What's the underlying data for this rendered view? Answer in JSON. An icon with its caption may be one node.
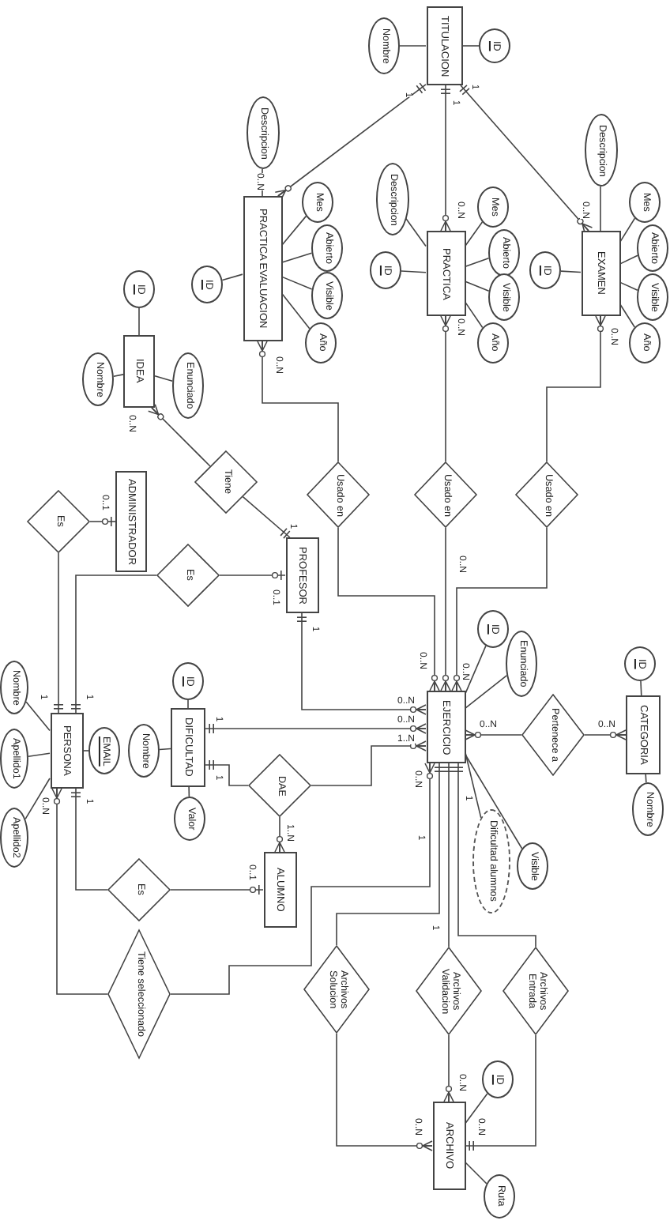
{
  "diagram": {
    "nodes": [
      {
        "text": [
          "TITULACION"
        ]
      },
      {
        "text": [
          "Nombre"
        ]
      },
      {
        "text": [
          "ID"
        ]
      },
      {
        "text": [
          "PRACTICA EVALUACION"
        ]
      },
      {
        "text": [
          "Descripcion"
        ]
      },
      {
        "text": [
          "ID"
        ]
      },
      {
        "text": [
          "Mes"
        ]
      },
      {
        "text": [
          "Abierto"
        ]
      },
      {
        "text": [
          "Visible"
        ]
      },
      {
        "text": [
          "Año"
        ]
      },
      {
        "text": [
          "PRACTICA"
        ]
      },
      {
        "text": [
          "Descripcion"
        ]
      },
      {
        "text": [
          "ID"
        ]
      },
      {
        "text": [
          "Mes"
        ]
      },
      {
        "text": [
          "Abierto"
        ]
      },
      {
        "text": [
          "Visible"
        ]
      },
      {
        "text": [
          "Año"
        ]
      },
      {
        "text": [
          "EXAMEN"
        ]
      },
      {
        "text": [
          "Descripcion"
        ]
      },
      {
        "text": [
          "ID"
        ]
      },
      {
        "text": [
          "Mes"
        ]
      },
      {
        "text": [
          "Abierto"
        ]
      },
      {
        "text": [
          "Visible"
        ]
      },
      {
        "text": [
          "Año"
        ]
      },
      {
        "text": [
          "IDEA"
        ]
      },
      {
        "text": [
          "ID"
        ]
      },
      {
        "text": [
          "Nombre"
        ]
      },
      {
        "text": [
          "Enunciado"
        ]
      },
      {
        "text": [
          "Tiene"
        ]
      },
      {
        "text": [
          "Usado en"
        ]
      },
      {
        "text": [
          "Usado en"
        ]
      },
      {
        "text": [
          "Usado en"
        ]
      },
      {
        "text": [
          "ADMINISTRADOR"
        ]
      },
      {
        "text": [
          "Es"
        ]
      },
      {
        "text": [
          "Es"
        ]
      },
      {
        "text": [
          "PROFESOR"
        ]
      },
      {
        "text": [
          "EJERCICIO"
        ]
      },
      {
        "text": [
          "ID"
        ]
      },
      {
        "text": [
          "Enunciado"
        ]
      },
      {
        "text": [
          "Pertenece a"
        ]
      },
      {
        "text": [
          "CATEGORIA"
        ]
      },
      {
        "text": [
          "ID"
        ]
      },
      {
        "text": [
          "Nombre"
        ]
      },
      {
        "text": [
          "PERSONA"
        ]
      },
      {
        "text": [
          "Nombre"
        ]
      },
      {
        "text": [
          "Apellido1"
        ]
      },
      {
        "text": [
          "Apellido2"
        ]
      },
      {
        "text": [
          "EMAIL"
        ]
      },
      {
        "text": [
          "DIFICULTAD"
        ]
      },
      {
        "text": [
          "ID"
        ]
      },
      {
        "text": [
          "Nombre"
        ]
      },
      {
        "text": [
          "Valor"
        ]
      },
      {
        "text": [
          "DAE"
        ]
      },
      {
        "text": [
          "ALUMNO"
        ]
      },
      {
        "text": [
          "Es"
        ]
      },
      {
        "text": [
          "Tiene seleccionado"
        ]
      },
      {
        "text": [
          "Dificultad alumnos"
        ]
      },
      {
        "text": [
          "Visible"
        ]
      },
      {
        "text": [
          "Archivos Solucion"
        ]
      },
      {
        "text": [
          "Archivos Validacion"
        ]
      },
      {
        "text": [
          "Archivos Entrada"
        ]
      },
      {
        "text": [
          "ARCHIVO"
        ]
      },
      {
        "text": [
          "ID"
        ]
      },
      {
        "text": [
          "Ruta"
        ]
      }
    ],
    "edges": [
      {
        "from": 0,
        "to": 1,
        "arrow": "none"
      },
      {
        "from": 0,
        "to": 2,
        "arrow": "none"
      },
      {
        "from": 3,
        "to": 0,
        "arrow": "other"
      },
      {
        "from": 10,
        "to": 0,
        "arrow": "other"
      },
      {
        "from": 17,
        "to": 0,
        "arrow": "other"
      },
      {
        "from": 3,
        "to": 4,
        "arrow": "none"
      },
      {
        "from": 3,
        "to": 5,
        "arrow": "none"
      },
      {
        "from": 3,
        "to": 6,
        "arrow": "none"
      },
      {
        "from": 3,
        "to": 7,
        "arrow": "none"
      },
      {
        "from": 3,
        "to": 8,
        "arrow": "none"
      },
      {
        "from": 3,
        "to": 9,
        "arrow": "none"
      },
      {
        "from": 10,
        "to": 11,
        "arrow": "none"
      },
      {
        "from": 10,
        "to": 12,
        "arrow": "none"
      },
      {
        "from": 10,
        "to": 13,
        "arrow": "none"
      },
      {
        "from": 10,
        "to": 14,
        "arrow": "none"
      },
      {
        "from": 10,
        "to": 15,
        "arrow": "none"
      },
      {
        "from": 10,
        "to": 16,
        "arrow": "none"
      },
      {
        "from": 17,
        "to": 18,
        "arrow": "none"
      },
      {
        "from": 17,
        "to": 19,
        "arrow": "none"
      },
      {
        "from": 17,
        "to": 20,
        "arrow": "none"
      },
      {
        "from": 17,
        "to": 21,
        "arrow": "none"
      },
      {
        "from": 17,
        "to": 22,
        "arrow": "none"
      },
      {
        "from": 17,
        "to": 23,
        "arrow": "none"
      },
      {
        "from": 24,
        "to": 25,
        "arrow": "none"
      },
      {
        "from": 24,
        "to": 26,
        "arrow": "none"
      },
      {
        "from": 24,
        "to": 27,
        "arrow": "none"
      },
      {
        "from": 24,
        "to": 28,
        "arrow": "other"
      },
      {
        "from": 35,
        "to": 28,
        "arrow": "other"
      },
      {
        "from": 3,
        "to": 29,
        "arrow": "other"
      },
      {
        "from": 36,
        "to": 29,
        "arrow": "other"
      },
      {
        "from": 10,
        "to": 30,
        "arrow": "other"
      },
      {
        "from": 36,
        "to": 30,
        "arrow": "other"
      },
      {
        "from": 17,
        "to": 31,
        "arrow": "other"
      },
      {
        "from": 36,
        "to": 31,
        "arrow": "other"
      },
      {
        "from": 32,
        "to": 33,
        "arrow": "other"
      },
      {
        "from": 43,
        "to": 33,
        "arrow": "other"
      },
      {
        "from": 35,
        "to": 34,
        "arrow": "other"
      },
      {
        "from": 43,
        "to": 34,
        "arrow": "other"
      },
      {
        "from": 35,
        "to": 36,
        "arrow": "other"
      },
      {
        "from": 48,
        "to": 36,
        "arrow": "other"
      },
      {
        "from": 48,
        "to": 52,
        "arrow": "other"
      },
      {
        "from": 53,
        "to": 52,
        "arrow": "other"
      },
      {
        "from": 36,
        "to": 52,
        "arrow": "other"
      },
      {
        "from": 53,
        "to": 54,
        "arrow": "other"
      },
      {
        "from": 43,
        "to": 54,
        "arrow": "other"
      },
      {
        "from": 43,
        "to": 55,
        "arrow": "other"
      },
      {
        "from": 36,
        "to": 55,
        "arrow": "other"
      },
      {
        "from": 36,
        "to": 58,
        "arrow": "other"
      },
      {
        "from": 61,
        "to": 58,
        "arrow": "other"
      },
      {
        "from": 36,
        "to": 59,
        "arrow": "other"
      },
      {
        "from": 61,
        "to": 59,
        "arrow": "other"
      },
      {
        "from": 36,
        "to": 60,
        "arrow": "other"
      },
      {
        "from": 61,
        "to": 60,
        "arrow": "other"
      },
      {
        "from": 36,
        "to": 37,
        "arrow": "none"
      },
      {
        "from": 36,
        "to": 38,
        "arrow": "none"
      },
      {
        "from": 36,
        "to": 39,
        "arrow": "other"
      },
      {
        "from": 40,
        "to": 39,
        "arrow": "other"
      },
      {
        "from": 40,
        "to": 41,
        "arrow": "none"
      },
      {
        "from": 40,
        "to": 42,
        "arrow": "none"
      },
      {
        "from": 43,
        "to": 44,
        "arrow": "none"
      },
      {
        "from": 43,
        "to": 45,
        "arrow": "none"
      },
      {
        "from": 43,
        "to": 46,
        "arrow": "none"
      },
      {
        "from": 43,
        "to": 47,
        "arrow": "none"
      },
      {
        "from": 48,
        "to": 49,
        "arrow": "none"
      },
      {
        "from": 48,
        "to": 50,
        "arrow": "none"
      },
      {
        "from": 48,
        "to": 51,
        "arrow": "none"
      },
      {
        "from": 36,
        "to": 56,
        "arrow": "none"
      },
      {
        "from": 36,
        "to": 57,
        "arrow": "none"
      },
      {
        "from": 61,
        "to": 62,
        "arrow": "none"
      },
      {
        "from": 61,
        "to": 63,
        "arrow": "none"
      }
    ],
    "labels": [
      "1",
      "1",
      "1",
      "0..N",
      "0..N",
      "0..N",
      "0..N",
      "0..N",
      "0..N",
      "0..N",
      "0..1",
      "1",
      "0..1",
      "1",
      "0..N",
      "0..N",
      "0..N",
      "1",
      "1",
      "1",
      "0..N",
      "0..N",
      "1..N",
      "1",
      "0..N",
      "0..N",
      "0..N",
      "1",
      "0..N",
      "1",
      "1..N",
      "0..1",
      "1",
      "1",
      "0..N",
      "0..N",
      "0..N"
    ]
  }
}
